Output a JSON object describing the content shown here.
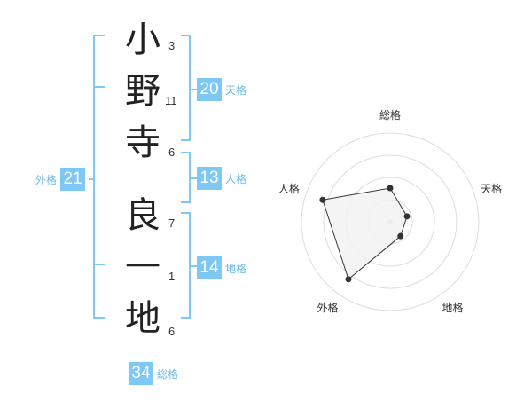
{
  "name": {
    "characters": [
      {
        "char": "小",
        "strokes": "3"
      },
      {
        "char": "野",
        "strokes": "11"
      },
      {
        "char": "寺",
        "strokes": "6"
      },
      {
        "char": "良",
        "strokes": "7"
      },
      {
        "char": "一",
        "strokes": "1"
      },
      {
        "char": "地",
        "strokes": "6"
      }
    ]
  },
  "fortunes": {
    "tenkaku": {
      "label": "天格",
      "value": "20"
    },
    "jinkaku": {
      "label": "人格",
      "value": "13"
    },
    "chikaku": {
      "label": "地格",
      "value": "14"
    },
    "gaikaku": {
      "label": "外格",
      "value": "21"
    },
    "soukaku": {
      "label": "総格",
      "value": "34"
    }
  },
  "chart_data": {
    "type": "radar",
    "axes": [
      "総格",
      "天格",
      "地格",
      "外格",
      "人格"
    ],
    "values": [
      1.9,
      1.0,
      1.0,
      4.0,
      4.0
    ],
    "max": 5,
    "rings": 4,
    "colors": {
      "fill": "#f2f2f2",
      "line": "#333333",
      "grid": "#dddddd"
    }
  }
}
